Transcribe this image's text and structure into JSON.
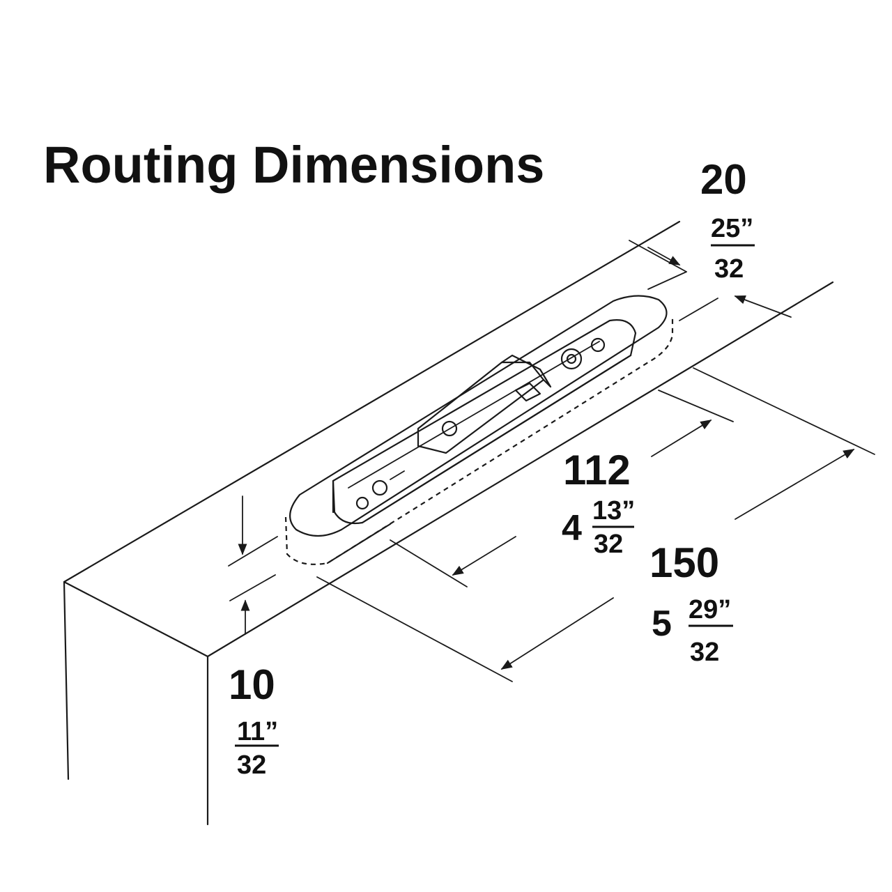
{
  "title": "Routing Dimensions",
  "dimensions": {
    "width": {
      "mm": "20",
      "whole": "",
      "numerator": "25”",
      "denominator": "32"
    },
    "hole_spacing": {
      "mm": "112",
      "whole": "4",
      "numerator": "13”",
      "denominator": "32"
    },
    "length": {
      "mm": "150",
      "whole": "5",
      "numerator": "29”",
      "denominator": "32"
    },
    "depth": {
      "mm": "10",
      "whole": "",
      "numerator": "11”",
      "denominator": "32"
    }
  }
}
